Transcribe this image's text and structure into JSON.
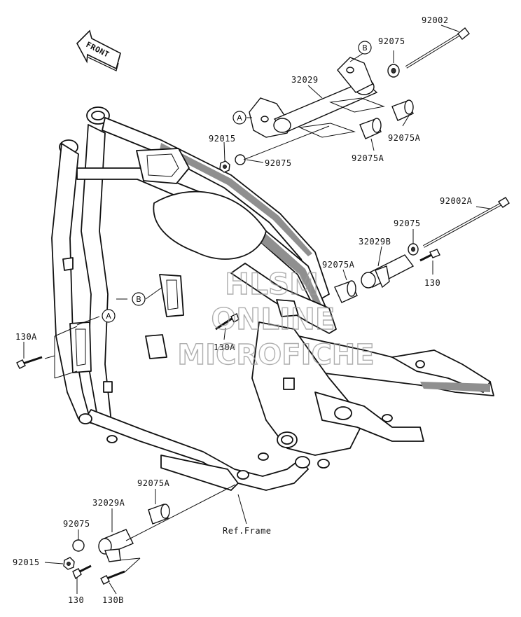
{
  "front_arrow": {
    "label": "FRONT"
  },
  "ref_frame": {
    "label": "Ref.Frame"
  },
  "callouts": {
    "a_top": "A",
    "b_top": "B",
    "a_left": "A",
    "b_left": "B"
  },
  "labels": {
    "p92002": "92002",
    "p92075_top": "92075",
    "p32029": "32029",
    "p92075A_right": "92075A",
    "p92075A_mid": "92075A",
    "p92015_top": "92015",
    "p92075_mid": "92075",
    "p92002A": "92002A",
    "p92075_r2": "92075",
    "p32029B": "32029B",
    "p92075A_r2": "92075A",
    "p130_r": "130",
    "p130A_mid": "130A",
    "p130A_left": "130A",
    "p92075A_bot": "92075A",
    "p32029A": "32029A",
    "p92075_bot": "92075",
    "p92015_bot": "92015",
    "p130_bot": "130",
    "p130B": "130B"
  },
  "watermark": {
    "line1": "HLSM",
    "line2": "ONLINE",
    "line3": "MICROFICHE"
  }
}
